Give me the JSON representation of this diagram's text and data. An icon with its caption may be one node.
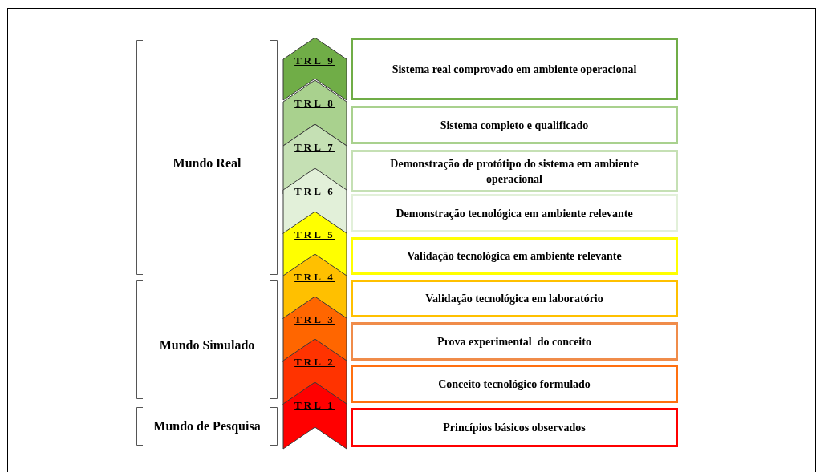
{
  "diagram": {
    "nodes": [
      {
        "text": [
          "TRL 9"
        ]
      },
      {
        "text": [
          "Sistema real comprovado em ambiente operacional"
        ]
      },
      {
        "text": [
          "TRL 8"
        ]
      },
      {
        "text": [
          "Sistema completo e qualificado"
        ]
      },
      {
        "text": [
          "TRL 7"
        ]
      },
      {
        "text": [
          "Demonstração de protótipo do sistema em ambiente operacional"
        ]
      },
      {
        "text": [
          "TRL 6"
        ]
      },
      {
        "text": [
          "Demonstração tecnológica em ambiente relevante"
        ]
      },
      {
        "text": [
          "TRL 5"
        ]
      },
      {
        "text": [
          "Validação tecnológica em ambiente relevante"
        ]
      },
      {
        "text": [
          "TRL 4"
        ]
      },
      {
        "text": [
          "Validação tecnológica em laboratório"
        ]
      },
      {
        "text": [
          "TRL 3"
        ]
      },
      {
        "text": [
          "Prova experimental  do conceito"
        ]
      },
      {
        "text": [
          "TRL 2"
        ]
      },
      {
        "text": [
          "Conceito tecnológico formulado"
        ]
      },
      {
        "text": [
          "TRL 1"
        ]
      },
      {
        "text": [
          "Princípios básicos observados"
        ]
      }
    ],
    "labels": [
      "Mundo Real",
      "Mundo Simulado",
      "Mundo de Pesquisa"
    ]
  }
}
